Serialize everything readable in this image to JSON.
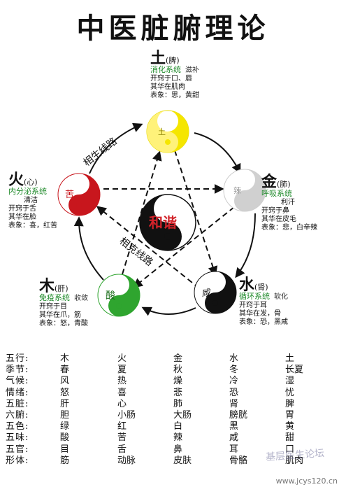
{
  "title": "中医脏腑理论",
  "center_label": "和谐",
  "arrows": {
    "generating": "相生线路",
    "controlling": "相克线路"
  },
  "elements": {
    "earth": {
      "name": "土",
      "organ": "(脾)",
      "symbol": "土",
      "system": "消化系统",
      "system_note": "滋补",
      "lines": [
        "开窍于口、唇",
        "其华在肌肉",
        "表象：思，黄甜"
      ],
      "color": "#f5e600"
    },
    "metal": {
      "name": "金",
      "organ": "(肺)",
      "symbol": "辣",
      "system": "呼吸系统",
      "system_note": "利汗",
      "lines": [
        "开窍于鼻",
        "其华在皮毛",
        "表象：悲，白辛辣"
      ],
      "color": "#d9d9d9"
    },
    "water": {
      "name": "水",
      "organ": "(肾)",
      "symbol": "咸",
      "system": "循环系统",
      "system_note": "软化",
      "lines": [
        "开窍于耳",
        "其华在发，骨",
        "表象：恐，黑咸"
      ],
      "color": "#111111"
    },
    "wood": {
      "name": "木",
      "organ": "(肝)",
      "symbol": "酸",
      "system": "免疫系统",
      "system_note": "收敛",
      "lines": [
        "开窍于目",
        "其华在爪，筋",
        "表象：怒，青酸"
      ],
      "color": "#2fa52f"
    },
    "fire": {
      "name": "火",
      "organ": "(心)",
      "symbol": "苦",
      "system": "内分泌系统",
      "system_note": "清洁",
      "lines": [
        "开窍于舌",
        "其华在脸",
        "表象：喜，红苦"
      ],
      "color": "#c8161d"
    }
  },
  "table": {
    "rows": [
      {
        "label": "五行:",
        "cells": [
          "木",
          "火",
          "金",
          "水",
          "土"
        ]
      },
      {
        "label": "季节:",
        "cells": [
          "春",
          "夏",
          "秋",
          "冬",
          "长夏"
        ]
      },
      {
        "label": "气候:",
        "cells": [
          "风",
          "热",
          "燥",
          "冷",
          "湿"
        ]
      },
      {
        "label": "情绪:",
        "cells": [
          "怒",
          "喜",
          "悲",
          "恐",
          "忧"
        ]
      },
      {
        "label": "五脏:",
        "cells": [
          "肝",
          "心",
          "肺",
          "肾",
          "脾"
        ]
      },
      {
        "label": "六腑:",
        "cells": [
          "胆",
          "小肠",
          "大肠",
          "膀胱",
          "胃"
        ]
      },
      {
        "label": "五色:",
        "cells": [
          "绿",
          "红",
          "白",
          "黑",
          "黄"
        ]
      },
      {
        "label": "五味:",
        "cells": [
          "酸",
          "苦",
          "辣",
          "咸",
          "甜"
        ]
      },
      {
        "label": "五官:",
        "cells": [
          "目",
          "舌",
          "鼻",
          "耳",
          "口"
        ]
      },
      {
        "label": "形体:",
        "cells": [
          "筋",
          "动脉",
          "皮肤",
          "骨骼",
          "肌肉"
        ]
      }
    ]
  },
  "watermark": "www.jcys120.cn",
  "watermark2": "基层医生论坛"
}
